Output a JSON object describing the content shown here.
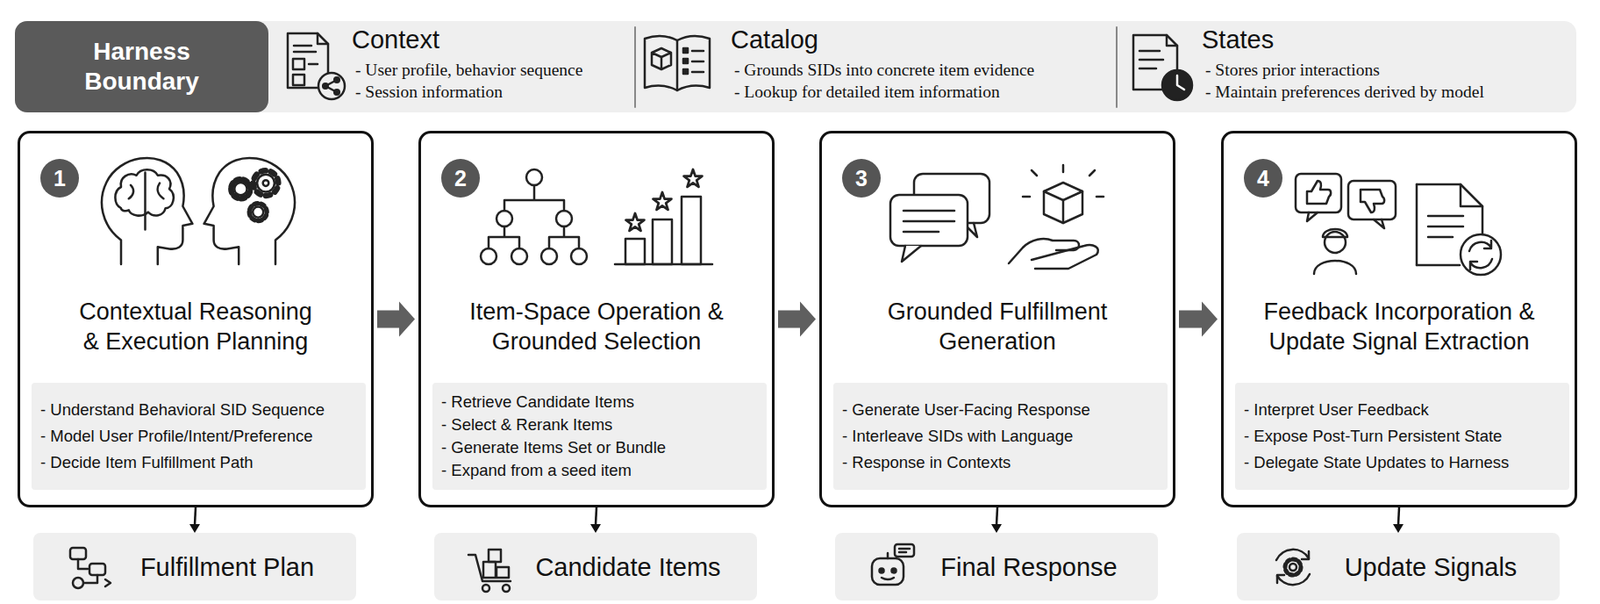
{
  "diagram": {
    "nodes": [
      {
        "text": [
          "Harness Boundary"
        ]
      },
      {
        "text": [
          "Context",
          "- User profile, behavior sequence",
          "- Session information"
        ],
        "in": 0
      },
      {
        "text": [
          "Catalog",
          "- Grounds SIDs into concrete item evidence",
          "- Lookup for detailed item information"
        ],
        "in": 0
      },
      {
        "text": [
          "States",
          "- Stores prior interactions",
          "- Maintain preferences derived by model"
        ],
        "in": 0
      },
      {
        "text": [
          "Contextual Reasoning & Execution Planning"
        ]
      },
      {
        "text": [
          "1"
        ],
        "in": 4
      },
      {
        "text": [
          "- Understand Behavioral SID Sequence",
          "- Model User Profile/Intent/Preference",
          "- Decide Item Fulfillment Path"
        ],
        "in": 4
      },
      {
        "text": [
          "Item-Space Operation & Grounded Selection"
        ]
      },
      {
        "text": [
          "2"
        ],
        "in": 7
      },
      {
        "text": [
          "- Retrieve Candidate Items",
          "- Select & Rerank Items",
          "- Generate Items Set or Bundle",
          "- Expand from a seed item"
        ],
        "in": 7
      },
      {
        "text": [
          "Grounded Fulfillment Generation"
        ]
      },
      {
        "text": [
          "3"
        ],
        "in": 10
      },
      {
        "text": [
          "- Generate User-Facing Response",
          "- Interleave SIDs with Language",
          "- Response in Contexts"
        ],
        "in": 10
      },
      {
        "text": [
          "Feedback Incorporation & Update Signal Extraction"
        ]
      },
      {
        "text": [
          "4"
        ],
        "in": 13
      },
      {
        "text": [
          "- Interpret User Feedback",
          "- Expose Post-Turn Persistent State",
          "- Delegate State Updates to Harness"
        ],
        "in": 13
      },
      {
        "text": [
          "Fulfillment Plan"
        ]
      },
      {
        "text": [
          "Candidate Items"
        ]
      },
      {
        "text": [
          "Final Response"
        ]
      },
      {
        "text": [
          "Update Signals"
        ]
      }
    ],
    "edges": [
      {
        "from": 4,
        "to": 7,
        "arrow": "to"
      },
      {
        "from": 7,
        "to": 10,
        "arrow": "to"
      },
      {
        "from": 10,
        "to": 13,
        "arrow": "to"
      },
      {
        "from": 4,
        "to": 16,
        "arrow": "to"
      },
      {
        "from": 7,
        "to": 17,
        "arrow": "to"
      },
      {
        "from": 10,
        "to": 18,
        "arrow": "to"
      },
      {
        "from": 13,
        "to": 19,
        "arrow": "to"
      }
    ]
  }
}
